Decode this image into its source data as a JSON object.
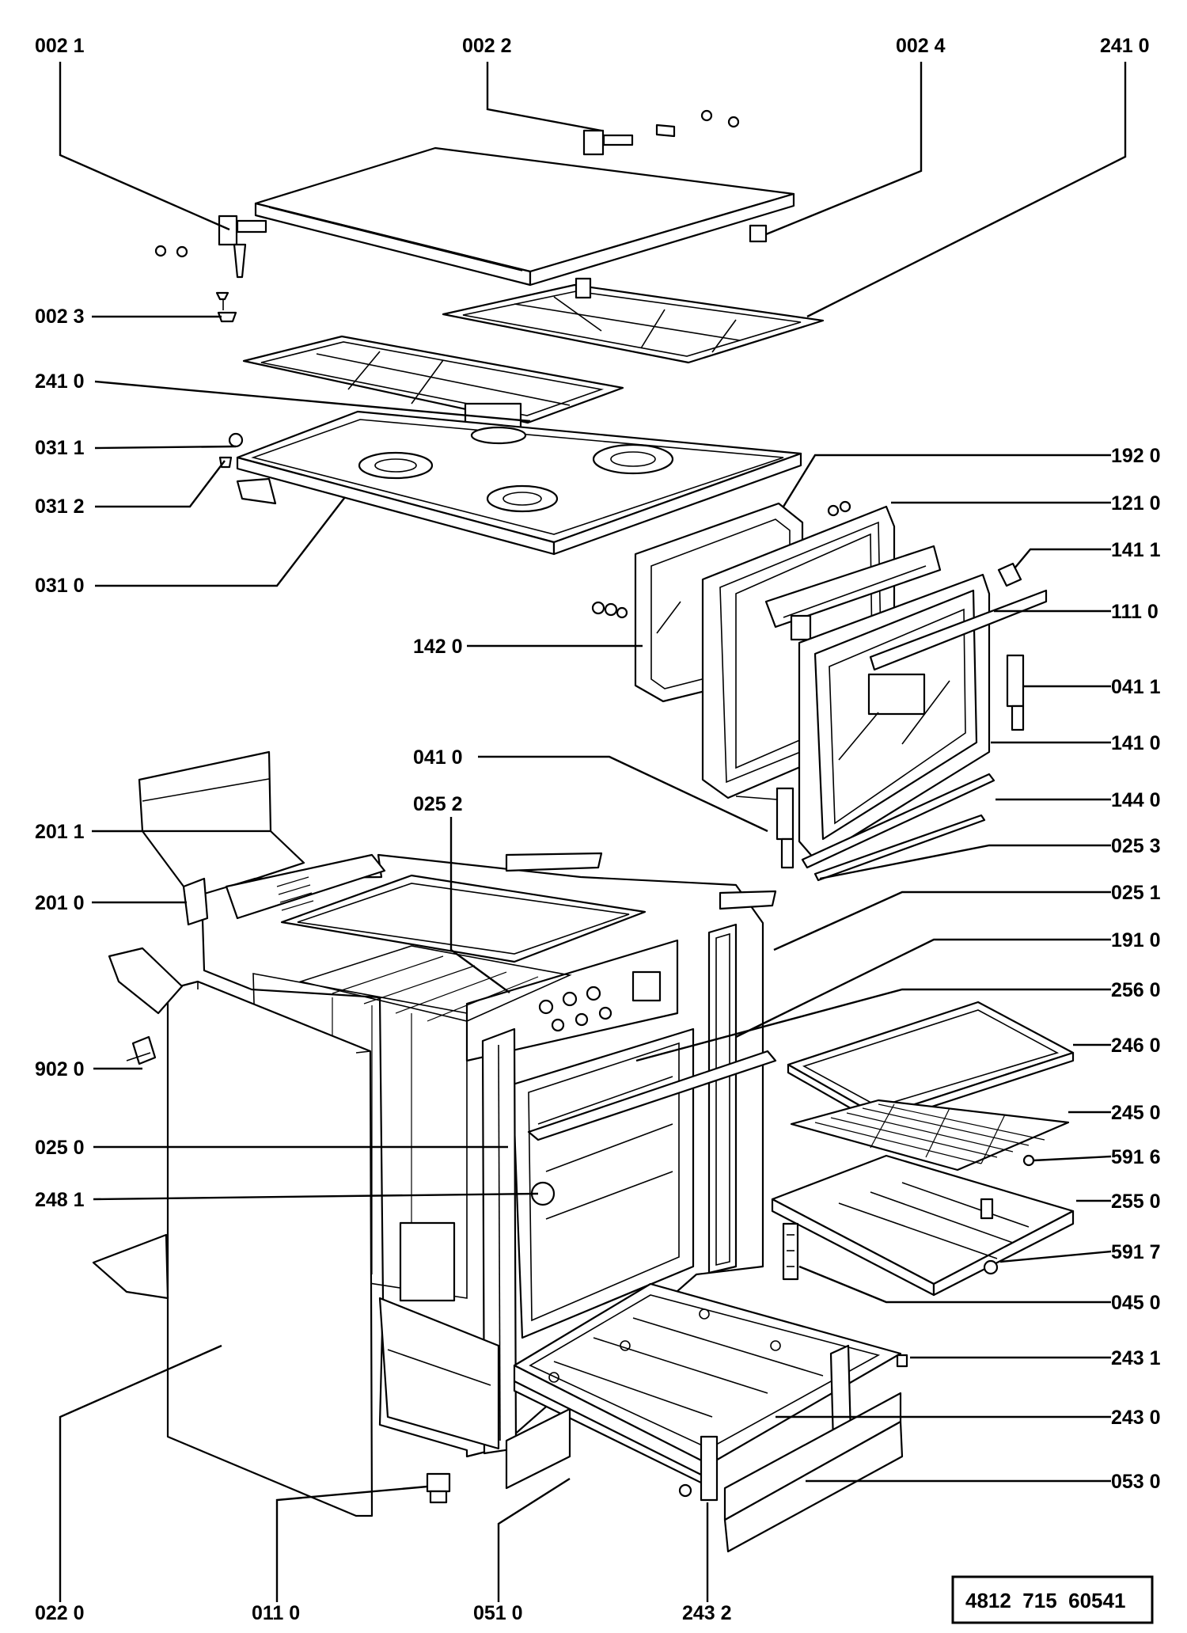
{
  "diagram": {
    "document_code": "4812  715  60541",
    "callouts": [
      "002 1",
      "002 2",
      "002 4",
      "241 0",
      "002 3",
      "241 0",
      "031 1",
      "031 2",
      "031 0",
      "192 0",
      "121 0",
      "141 1",
      "111 0",
      "142 0",
      "041 1",
      "141 0",
      "041 0",
      "144 0",
      "025 2",
      "025 3",
      "201 1",
      "201 0",
      "025 1",
      "191 0",
      "256 0",
      "902 0",
      "246 0",
      "245 0",
      "025 0",
      "591 6",
      "248 1",
      "255 0",
      "591 7",
      "045 0",
      "243 1",
      "243 0",
      "053 0",
      "022 0",
      "011 0",
      "051 0",
      "243 2"
    ]
  }
}
